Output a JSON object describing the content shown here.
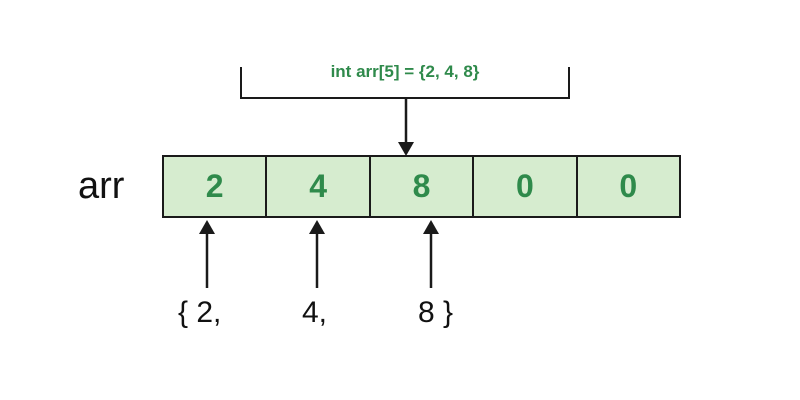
{
  "declaration": "int arr[5] = {2, 4, 8}",
  "array_name": "arr",
  "cells": [
    "2",
    "4",
    "8",
    "0",
    "0"
  ],
  "initializer_parts": [
    "{ 2,",
    "4,",
    "8 }"
  ],
  "colors": {
    "cell_fill": "#d6eccf",
    "value_text": "#2f8a4b",
    "lines": "#1a1a1a"
  }
}
